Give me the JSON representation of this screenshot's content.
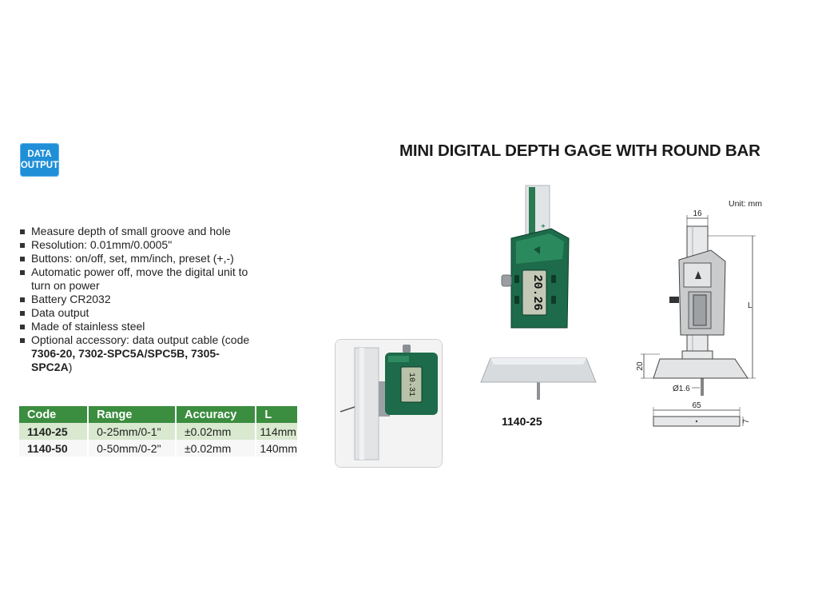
{
  "badge": {
    "line1": "DATA",
    "line2": "OUTPUT"
  },
  "title": "MINI DIGITAL DEPTH GAGE WITH ROUND BAR",
  "features": [
    "Measure depth of small groove and hole",
    "Resolution: 0.01mm/0.0005\"",
    "Buttons: on/off, set, mm/inch, preset (+,-)",
    "Automatic power off, move the digital unit to turn on power",
    "Battery CR2032",
    "Data output",
    "Made of stainless steel"
  ],
  "accessory": {
    "prefix": "Optional accessory: data output cable (code ",
    "codes": "7306-20, 7302-SPC5A/SPC5B, 7305-SPC2A",
    "suffix": ")"
  },
  "table": {
    "headers": [
      "Code",
      "Range",
      "Accuracy",
      "L"
    ],
    "rows": [
      [
        "1140-25",
        "0-25mm/0-1\"",
        "±0.02mm",
        "114mm"
      ],
      [
        "1140-50",
        "0-50mm/0-2\"",
        "±0.02mm",
        "140mm"
      ]
    ]
  },
  "product": {
    "model": "1140-25",
    "display_reading": "20.26"
  },
  "photo": {
    "display_reading": "10.31"
  },
  "drawing": {
    "unit": "Unit: mm",
    "dim_top": "16",
    "dim_height": "L",
    "dim_base": "20",
    "dim_diameter": "Ø1.6",
    "dim_width": "65",
    "dim_thickness": "7"
  },
  "colors": {
    "brand_green": "#3b8d3f",
    "badge_blue": "#1f8fd8",
    "body_green": "#1d6b4a"
  }
}
